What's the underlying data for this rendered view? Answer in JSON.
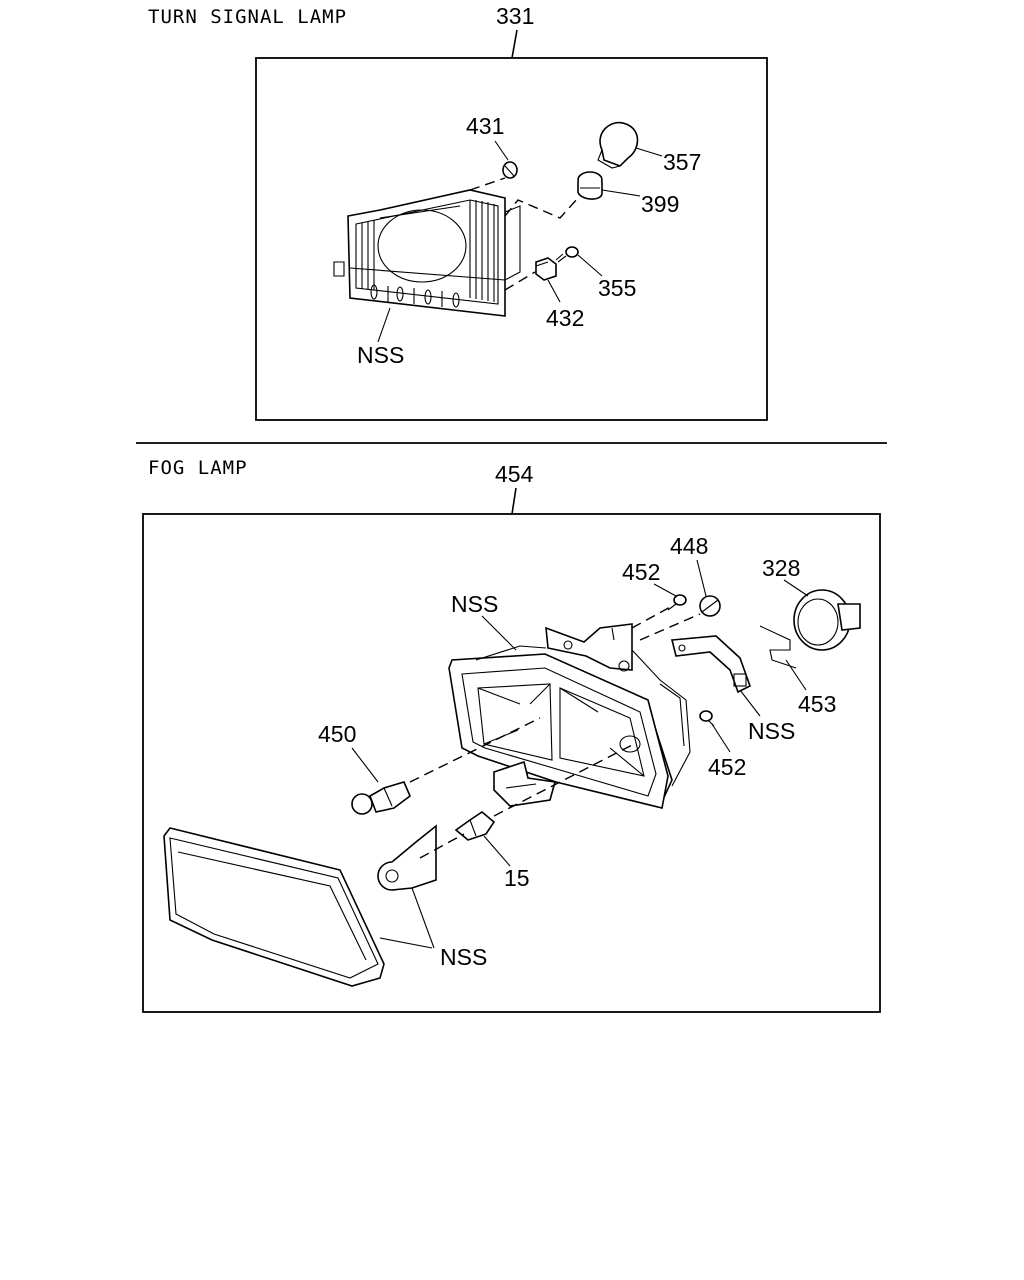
{
  "sections": {
    "turn_signal": {
      "title": "TURN SIGNAL LAMP",
      "assembly_number": "331",
      "callouts": {
        "c431": "431",
        "c357": "357",
        "c399": "399",
        "c355": "355",
        "c432": "432",
        "nss": "NSS"
      }
    },
    "fog_lamp": {
      "title": "FOG LAMP",
      "assembly_number": "454",
      "callouts": {
        "c448": "448",
        "c452_top": "452",
        "c328": "328",
        "nss_top": "NSS",
        "c453": "453",
        "nss_right": "NSS",
        "c452_bottom": "452",
        "c450": "450",
        "c15": "15",
        "nss_bottom": "NSS"
      }
    }
  }
}
